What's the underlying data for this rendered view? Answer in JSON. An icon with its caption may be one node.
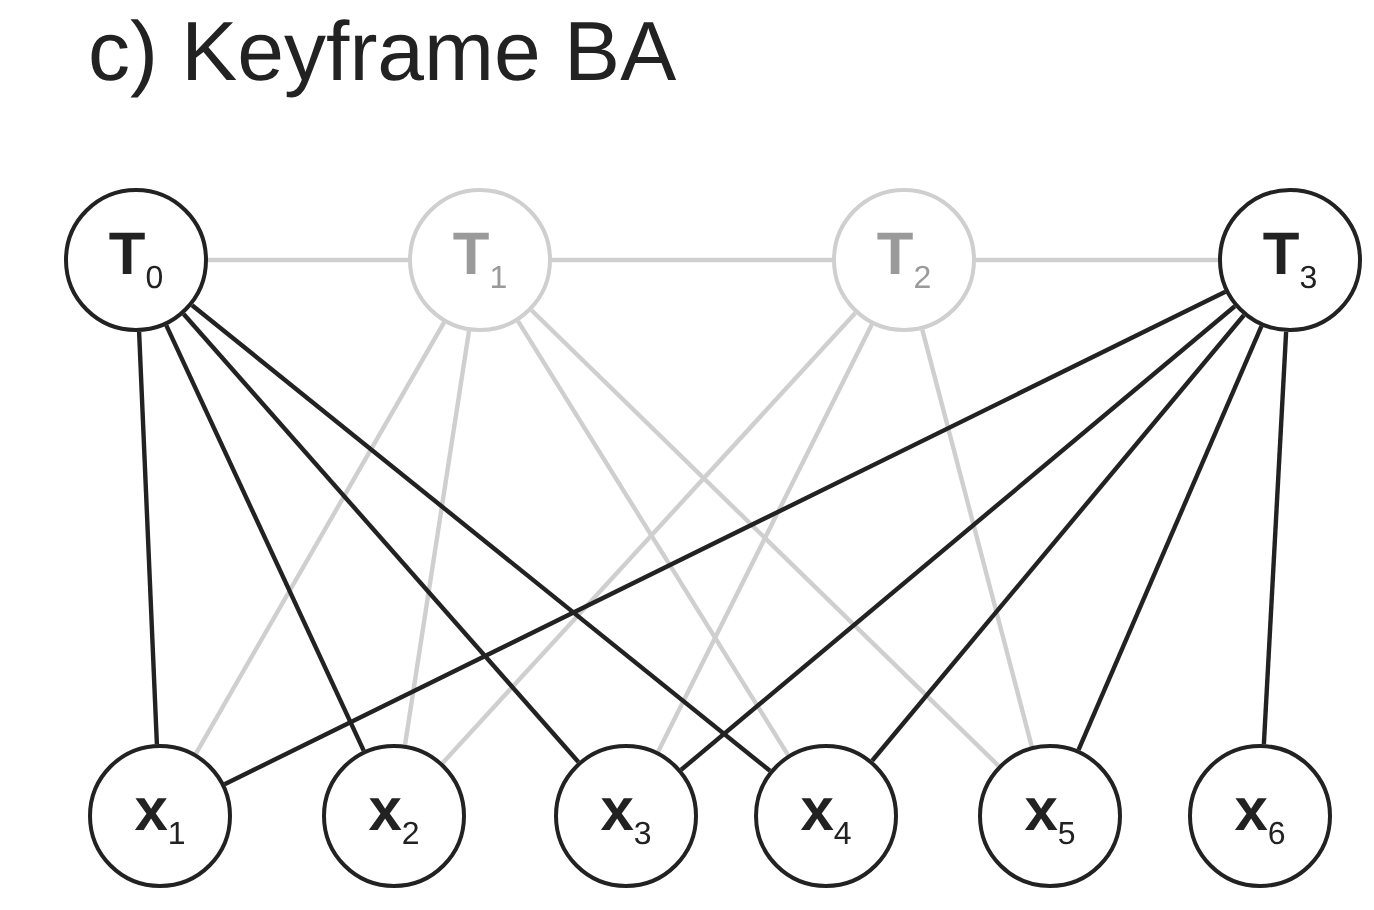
{
  "diagram": {
    "title": "c) Keyframe BA",
    "nodes": [
      {
        "text": [
          "T$_{0}$"
        ]
      },
      {
        "text": [
          "T$_{1}$"
        ]
      },
      {
        "text": [
          "T$_{2}$"
        ]
      },
      {
        "text": [
          "T$_{3}$"
        ]
      },
      {
        "text": [
          "x$_{1}$"
        ]
      },
      {
        "text": [
          "x$_{2}$"
        ]
      },
      {
        "text": [
          "x$_{3}$"
        ]
      },
      {
        "text": [
          "x$_{4}$"
        ]
      },
      {
        "text": [
          "x$_{5}$"
        ]
      },
      {
        "text": [
          "x$_{6}$"
        ]
      }
    ],
    "edges": [
      {
        "from": 0,
        "to": 1,
        "arrow": "none",
        "color": "#cfcfcf"
      },
      {
        "from": 1,
        "to": 2,
        "arrow": "none",
        "color": "#cfcfcf"
      },
      {
        "from": 2,
        "to": 3,
        "arrow": "none",
        "color": "#cfcfcf"
      },
      {
        "from": 1,
        "to": 4,
        "arrow": "none",
        "color": "#cfcfcf"
      },
      {
        "from": 1,
        "to": 5,
        "arrow": "none",
        "color": "#cfcfcf"
      },
      {
        "from": 1,
        "to": 7,
        "arrow": "none",
        "color": "#cfcfcf"
      },
      {
        "from": 1,
        "to": 8,
        "arrow": "none",
        "color": "#cfcfcf"
      },
      {
        "from": 2,
        "to": 5,
        "arrow": "none",
        "color": "#cfcfcf"
      },
      {
        "from": 2,
        "to": 6,
        "arrow": "none",
        "color": "#cfcfcf"
      },
      {
        "from": 2,
        "to": 8,
        "arrow": "none",
        "color": "#cfcfcf"
      },
      {
        "from": 0,
        "to": 4,
        "arrow": "none",
        "color": "#222222"
      },
      {
        "from": 0,
        "to": 5,
        "arrow": "none",
        "color": "#222222"
      },
      {
        "from": 0,
        "to": 6,
        "arrow": "none",
        "color": "#222222"
      },
      {
        "from": 0,
        "to": 7,
        "arrow": "none",
        "color": "#222222"
      },
      {
        "from": 3,
        "to": 4,
        "arrow": "none",
        "color": "#222222"
      },
      {
        "from": 3,
        "to": 6,
        "arrow": "none",
        "color": "#222222"
      },
      {
        "from": 3,
        "to": 7,
        "arrow": "none",
        "color": "#222222"
      },
      {
        "from": 3,
        "to": 8,
        "arrow": "none",
        "color": "#222222"
      },
      {
        "from": 3,
        "to": 9,
        "arrow": "none",
        "color": "#222222"
      }
    ]
  }
}
